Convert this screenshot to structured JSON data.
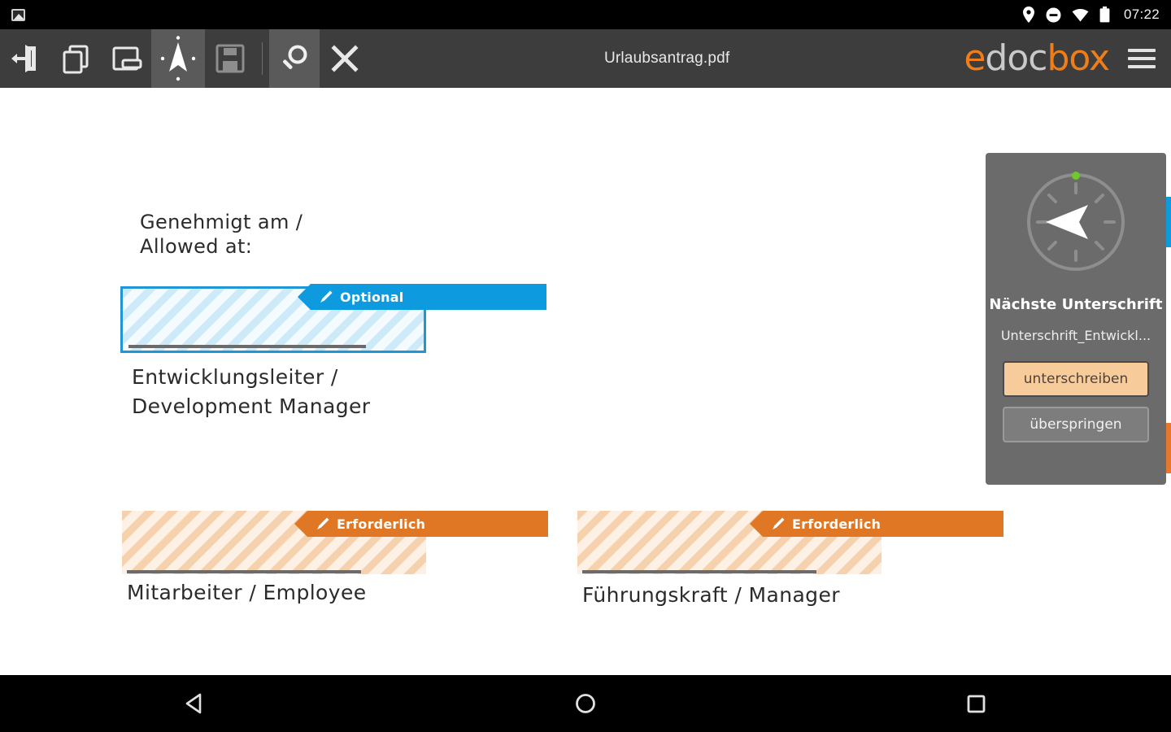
{
  "statusbar": {
    "notification_icon": "screenshot-icon",
    "icons": [
      "location-pin-icon",
      "do-not-disturb-icon",
      "wifi-icon",
      "battery-icon"
    ],
    "clock": "07:22"
  },
  "toolbar": {
    "buttons": [
      {
        "name": "exit-document-button",
        "icon": "exit-door-icon",
        "active": false
      },
      {
        "name": "pages-button",
        "icon": "copy-pages-icon",
        "active": false
      },
      {
        "name": "import-button",
        "icon": "import-page-icon",
        "active": false
      },
      {
        "name": "navigate-button",
        "icon": "compass-arrow-icon",
        "active": true
      },
      {
        "name": "save-button",
        "icon": "floppy-disk-icon",
        "active": false
      },
      {
        "name": "zoom-button",
        "icon": "magnifier-icon",
        "active": true
      },
      {
        "name": "close-button",
        "icon": "close-x-icon",
        "active": false
      }
    ],
    "title": "Urlaubsantrag.pdf",
    "logo": {
      "part1": "e",
      "part2": "doc",
      "part3": "box"
    },
    "menu_icon": "hamburger-menu-icon"
  },
  "document": {
    "header_line1": "Genehmigt am /",
    "header_line2": "Allowed at:",
    "fields": [
      {
        "id": "signature-development-manager",
        "tag_label": "Optional",
        "tag_icon": "pencil-icon",
        "label_line1": "Entwicklungsleiter /",
        "label_line2": "Development Manager",
        "state": "selected",
        "color": "#0e9ade"
      },
      {
        "id": "signature-employee",
        "tag_label": "Erforderlich",
        "tag_icon": "pencil-icon",
        "label_line1": "Mitarbeiter / Employee",
        "label_line2": "",
        "state": "required",
        "color": "#df7725"
      },
      {
        "id": "signature-manager",
        "tag_label": "Erforderlich",
        "tag_icon": "pencil-icon",
        "label_line1": "Führungskraft / Manager",
        "label_line2": "",
        "state": "required",
        "color": "#df7725"
      }
    ],
    "edge_markers": [
      {
        "name": "offscreen-marker-optional",
        "color": "#0e9ade"
      },
      {
        "name": "offscreen-marker-required",
        "color": "#e8772a"
      }
    ]
  },
  "sign_panel": {
    "compass_icon": "compass-pointer-icon",
    "compass_indicator_color": "#6ec92a",
    "title": "Nächste Unterschrift",
    "subtitle": "Unterschrift_Entwickl...",
    "sign_button": "unterschreiben",
    "skip_button": "überspringen"
  },
  "navbar": {
    "back": "back-triangle-icon",
    "home": "home-circle-icon",
    "recents": "recents-square-icon"
  }
}
